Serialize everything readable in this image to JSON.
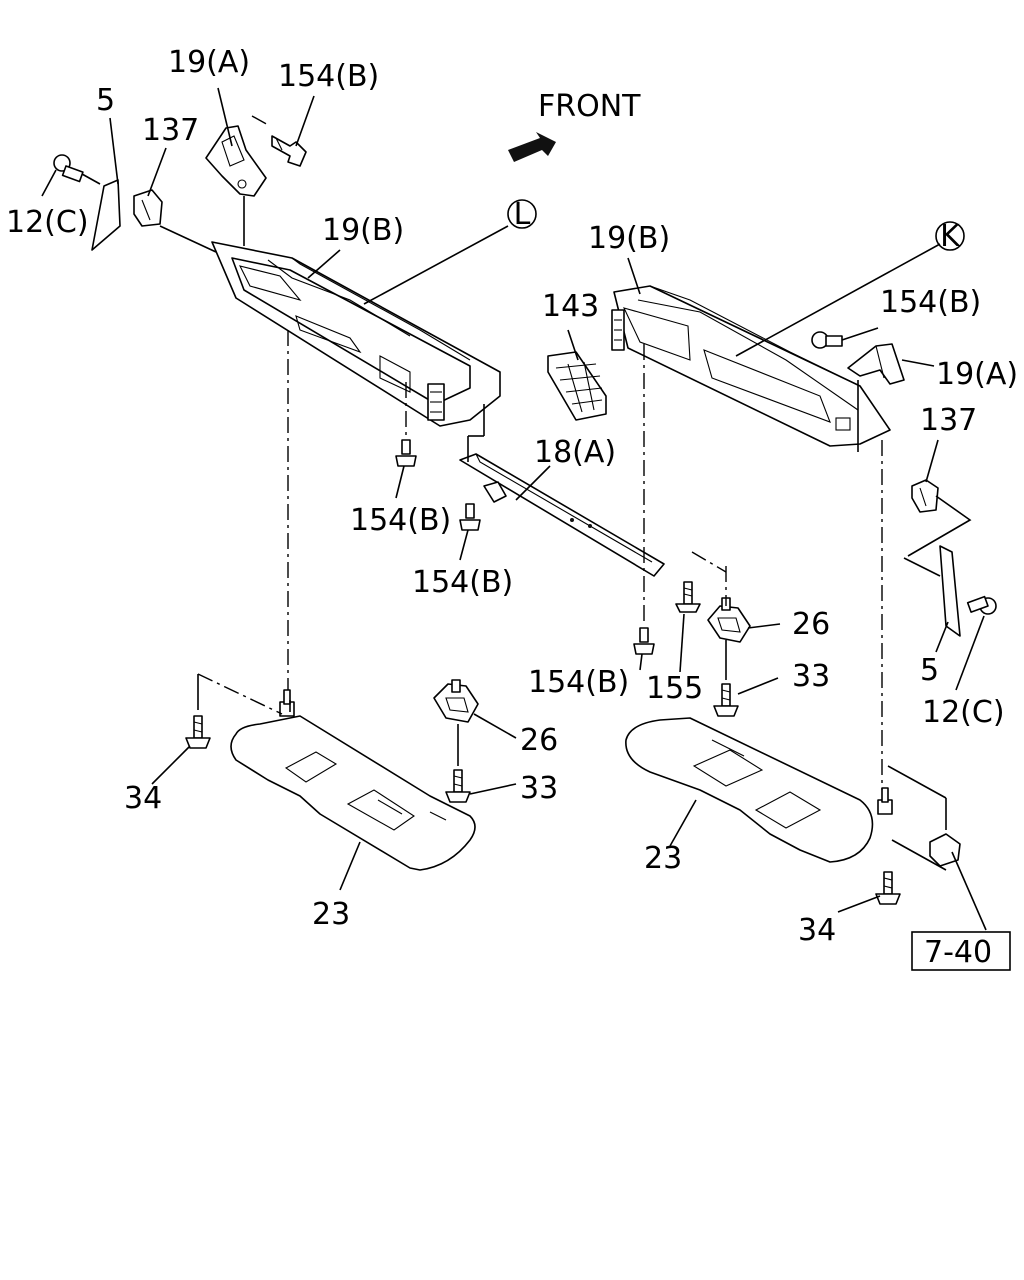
{
  "direction_label": "FRONT",
  "callouts": {
    "p19a_left": "19(A)",
    "p154b_top": "154(B)",
    "p5_left": "5",
    "p137_left": "137",
    "p12c_left": "12(C)",
    "p19b_left": "19(B)",
    "circle_l": "L",
    "p154b_l1": "154(B)",
    "p154b_l2": "154(B)",
    "p18a": "18(A)",
    "p143": "143",
    "p19b_right": "19(B)",
    "circle_k": "K",
    "p154b_right": "154(B)",
    "p19a_right": "19(A)",
    "p137_right": "137",
    "p5_right": "5",
    "p12c_right": "12(C)",
    "p154b_mid": "154(B)",
    "p155": "155",
    "p26_right": "26",
    "p33_right": "33",
    "p26_left": "26",
    "p33_left": "33",
    "p34_left": "34",
    "p23_left": "23",
    "p23_right": "23",
    "p34_right": "34",
    "ref_box": "7-40"
  }
}
